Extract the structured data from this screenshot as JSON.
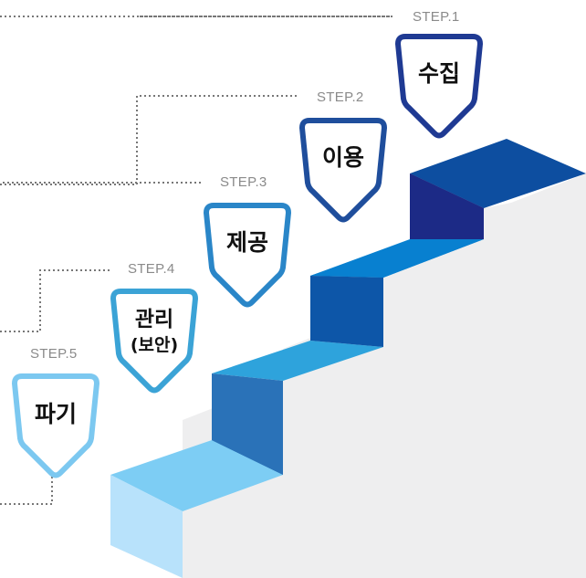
{
  "steps": [
    {
      "label": "STEP.1",
      "name": "수집",
      "color": "#1f3a93"
    },
    {
      "label": "STEP.2",
      "name": "이용",
      "color": "#1f4e9c"
    },
    {
      "label": "STEP.3",
      "name": "제공",
      "color": "#2a86c8"
    },
    {
      "label": "STEP.4",
      "name": "관리",
      "sub": "(보안)",
      "color": "#3ba3d6"
    },
    {
      "label": "STEP.5",
      "name": "파기",
      "color": "#7cc8f0"
    }
  ],
  "colors": {
    "line": "#777777",
    "stair_side": "#eeeeef",
    "step_tops": [
      "#0d4ea0",
      "#0880d0",
      "#2ea3dc",
      "#7dcdf4"
    ],
    "step_risers": [
      "#1c2a86",
      "#0d56a8",
      "#2a72b8",
      "#b8e2fb"
    ]
  }
}
